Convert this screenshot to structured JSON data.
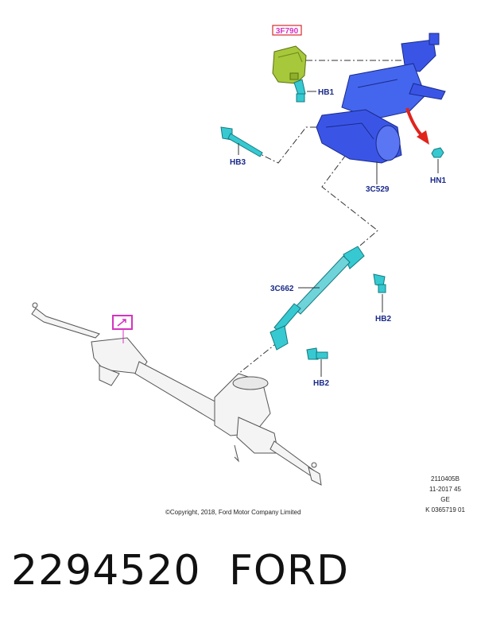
{
  "callouts": {
    "boxed_part": "3F790",
    "hb1": "HB1",
    "hb3": "HB3",
    "hn1": "HN1",
    "column": "3C529",
    "shaft": "3C662",
    "hb2_upper": "HB2",
    "hb2_lower": "HB2"
  },
  "footer": {
    "copyright": "©Copyright, 2018, Ford Motor Company Limited",
    "ref_code": "2110405B",
    "date_code": "11-2017 45",
    "region": "GE",
    "catalog_code": "K 0365719 01"
  },
  "caption": {
    "part_number": "2294520",
    "brand": "FORD"
  },
  "colors": {
    "column_blue": "#3a55e6",
    "fastener_cyan": "#36c9d1",
    "module_green": "#a6c83a",
    "callout_blue": "#1a2a8a",
    "highlight_magenta": "#d633c0",
    "arrow_red": "#e0241c"
  }
}
